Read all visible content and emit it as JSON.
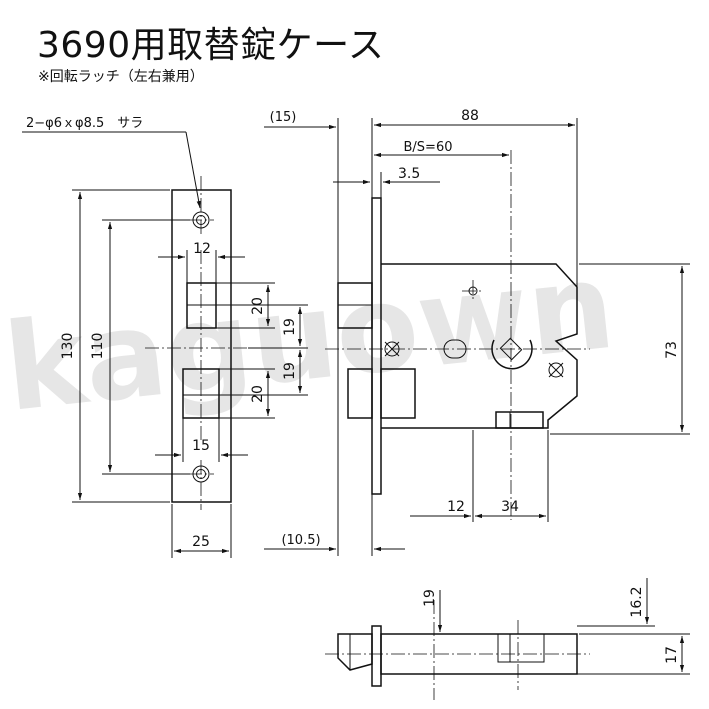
{
  "title": "3690用取替錠ケース",
  "subtitle": "※回転ラッチ（左右兼用）",
  "watermark": "kaguown",
  "front_view": {
    "hole_note": "2−φ6ｘφ8.5　サラ",
    "dim_height": "130",
    "dim_hole_pitch": "110",
    "dim_width": "25",
    "dim_top_opening": "12",
    "dim_bottom_opening": "15",
    "dim_upper_20": "20",
    "dim_lower_20": "20",
    "dim_upper_19": "19",
    "dim_lower_19": "19"
  },
  "side_view": {
    "dim_offset_15": "(15)",
    "dim_depth": "88",
    "dim_backset": "B/S=60",
    "dim_plate": "3.5",
    "dim_height": "73",
    "dim_12": "12",
    "dim_34": "34",
    "dim_offset_10_5": "(10.5)"
  },
  "bottom_view": {
    "dim_19": "19",
    "dim_16_2": "16.2",
    "dim_17": "17"
  }
}
